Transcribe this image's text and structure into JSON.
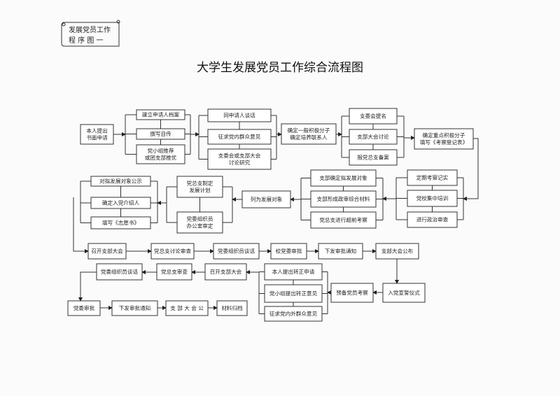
{
  "header_tag": {
    "line1": "发展党员工作",
    "line2": "程 序 图 一"
  },
  "title": "大学生发展党员工作综合流程图",
  "nodes": {
    "n1": [
      "本人提出",
      "书面申请"
    ],
    "a1": [
      "建立申请人档案"
    ],
    "a2": [
      "撰写自传"
    ],
    "a3": [
      "党小组推荐",
      "或团支部推优"
    ],
    "b1": [
      "同申请人谈话"
    ],
    "b2": [
      "征求党内群众意见"
    ],
    "b3": [
      "支委会或支部大会",
      "讨论研究"
    ],
    "c0": [
      "确定一般积极分子",
      "确定培养联系人"
    ],
    "d1": [
      "支委会提名"
    ],
    "d2": [
      "支部大会讨论"
    ],
    "d3": [
      "报党总支备案"
    ],
    "e0": [
      "确定重点积极分子",
      "填写《考察登记表》"
    ],
    "f1": [
      "定期考察记实"
    ],
    "f2": [
      "党校集中培训"
    ],
    "f3": [
      "进行政治审查"
    ],
    "g1": [
      "支部确定拟发展对象"
    ],
    "g2": [
      "支部形成政审综合材料"
    ],
    "g3": [
      "党总支进行超前考察"
    ],
    "h0": [
      "列为发展对象"
    ],
    "i1": [
      "党总支制定",
      "发展计划"
    ],
    "i2": [
      "党委组织员",
      "办公室审定"
    ],
    "j1": [
      "对拟发展对象公示"
    ],
    "j2": [
      "确定入党介绍人"
    ],
    "j3": [
      "填写《志愿书》"
    ],
    "k1": [
      "召开支部大会"
    ],
    "k2": [
      "党总支讨论审查"
    ],
    "k3": [
      "党委组织员谈话"
    ],
    "k4": [
      "校党委审批"
    ],
    "k5": [
      "下发审批通知"
    ],
    "k6": [
      "支部大会公布"
    ],
    "m1": [
      "党委组织员谈话"
    ],
    "m2": [
      "党总支审查"
    ],
    "m3": [
      "召开支部大会"
    ],
    "p1": [
      "本人提出转正申请"
    ],
    "p2": [
      "党小组提出转正意见"
    ],
    "p3": [
      "征求党内外群众意见"
    ],
    "q0": [
      "预备党员考察"
    ],
    "r0": [
      "入党宣誓仪式"
    ],
    "s1": [
      "党委审批"
    ],
    "s2": [
      "下发审批通知"
    ],
    "s3": [
      "支 部 大 会 公"
    ],
    "s4": [
      "材料归档"
    ]
  }
}
